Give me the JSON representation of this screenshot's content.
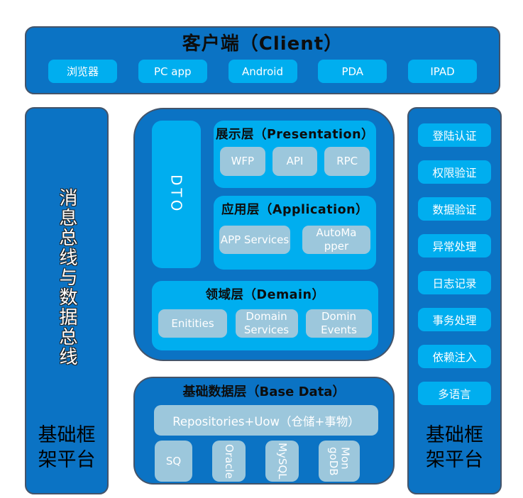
{
  "colors": {
    "panel_blue": "#0b73c4",
    "node_blue": "#00aeef",
    "chip_blue": "#9cc7dc",
    "panel_border": "#44546a",
    "title_color": "#0d0d0d",
    "node_text": "#ffffff"
  },
  "client": {
    "title": "客户端（Client）",
    "items": [
      "浏览器",
      "PC app",
      "Android",
      "PDA",
      "IPAD"
    ]
  },
  "left_bar": {
    "vertical_label": "消息总线与数据总线",
    "bottom_label": "基础框架平台"
  },
  "core": {
    "dto_label": "DTO",
    "presentation": {
      "title": "展示层（Presentation）",
      "items": [
        "WFP",
        "API",
        "RPC"
      ]
    },
    "application": {
      "title": "应用层（Application）",
      "items": [
        "APP Services",
        "AutoMa\npper"
      ]
    },
    "domain": {
      "title": "领域层（Demain）",
      "items": [
        "Enitities",
        "Domain Services",
        "Domin Events"
      ]
    }
  },
  "base_data": {
    "title": "基础数据层（Base Data）",
    "repositories_label": "Repositories+Uow（仓储+事物）",
    "databases": [
      "SQ",
      "Oracle",
      "MySQL",
      "Mon\ngoDB"
    ]
  },
  "right_bar": {
    "items": [
      "登陆认证",
      "权限验证",
      "数据验证",
      "异常处理",
      "日志记录",
      "事务处理",
      "依赖注入",
      "多语言"
    ],
    "bottom_label": "基础框架平台"
  }
}
